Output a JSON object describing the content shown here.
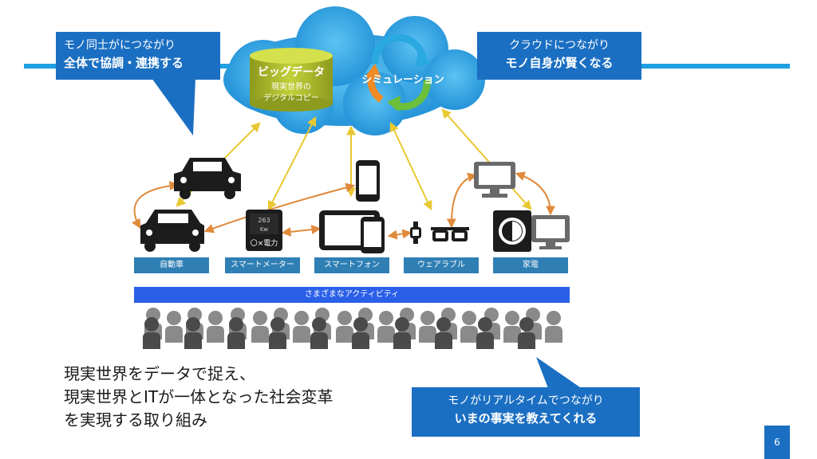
{
  "callouts": {
    "top_left": {
      "line1": "モノ同士がにつながり",
      "line2": "全体で協調・連携する"
    },
    "top_right": {
      "line1": "クラウドにつながり",
      "line2": "モノ自身が賢くなる"
    },
    "bottom_right": {
      "line1": "モノがリアルタイムでつながり",
      "line2": "いまの事実を教えてくれる"
    }
  },
  "cloud": {
    "bigdata_title": "ビッグデータ",
    "bigdata_sub1": "現実世界の",
    "bigdata_sub2": "デジタルコピー",
    "simulation": "シミュレーション"
  },
  "meter": {
    "value": "263",
    "unit": "Kw",
    "label": "〇×電力"
  },
  "categories": [
    "自動車",
    "スマートメーター",
    "スマートフォン",
    "ウェアラブル",
    "家電"
  ],
  "activity_label": "さまざまなアクティビティ",
  "bottom_text": {
    "line1": "現実世界をデータで捉え、",
    "line2": "現実世界とITが一体となった社会変革",
    "line3": "を実現する取り組み"
  },
  "page_number": "6",
  "colors": {
    "accent_blue": "#1b6fc2",
    "line_blue": "#1e9fe0",
    "cloud_blue": "#2fa6e6",
    "category_blue": "#2f7fb5",
    "activity_blue": "#2a5fe8",
    "arrow_yellow": "#e8c832",
    "arrow_orange": "#e08a3c",
    "icon_dark": "#1c1c1c",
    "people_gray": "#7a7a7a"
  }
}
